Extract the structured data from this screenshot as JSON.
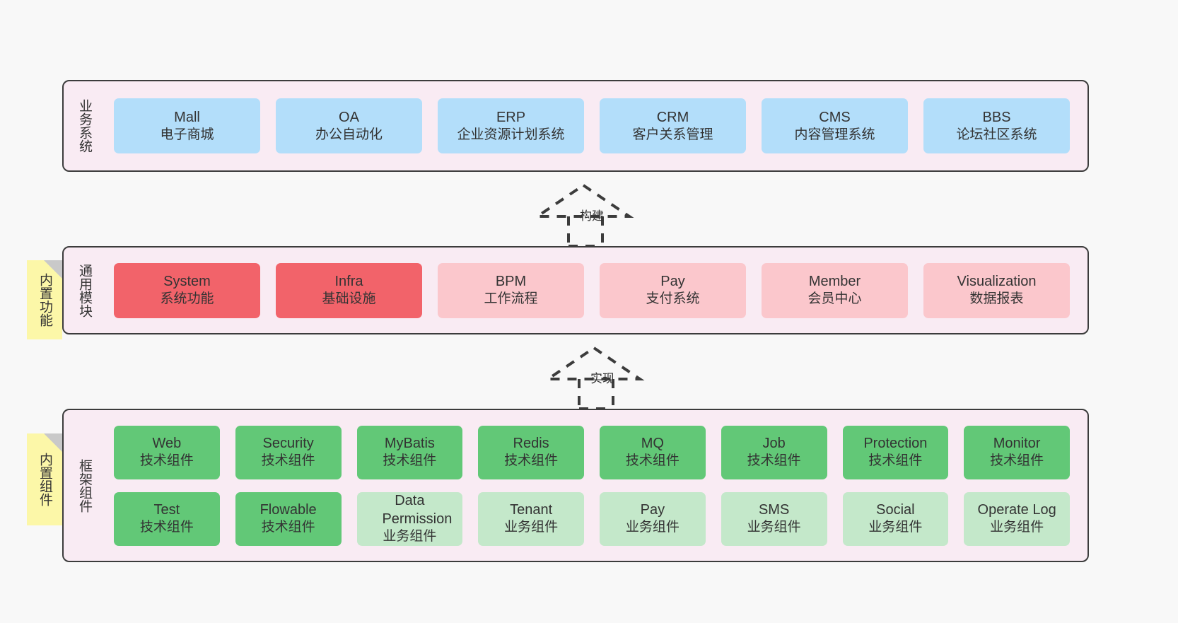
{
  "diagram": {
    "background": "#f8f8f8",
    "panel_bg": "#f9ebf3",
    "panel_border": "#3c3c3c",
    "note_bg": "#fcf7a8"
  },
  "layers": [
    {
      "id": "business-system",
      "title": "业务系统",
      "rows": [
        [
          {
            "en": "Mall",
            "cn": "电子商城",
            "color": "#b3defa",
            "variant": "c-blue"
          },
          {
            "en": "OA",
            "cn": "办公自动化",
            "color": "#b3defa",
            "variant": "c-blue"
          },
          {
            "en": "ERP",
            "cn": "企业资源计划系统",
            "color": "#b3defa",
            "variant": "c-blue"
          },
          {
            "en": "CRM",
            "cn": "客户关系管理",
            "color": "#b3defa",
            "variant": "c-blue"
          },
          {
            "en": "CMS",
            "cn": "内容管理系统",
            "color": "#b3defa",
            "variant": "c-blue"
          },
          {
            "en": "BBS",
            "cn": "论坛社区系统",
            "color": "#b3defa",
            "variant": "c-blue"
          }
        ]
      ]
    },
    {
      "id": "common-module",
      "title": "通用模块",
      "note": "内置功能",
      "rows": [
        [
          {
            "en": "System",
            "cn": "系统功能",
            "color": "#f2636a",
            "variant": "c-red"
          },
          {
            "en": "Infra",
            "cn": "基础设施",
            "color": "#f2636a",
            "variant": "c-red"
          },
          {
            "en": "BPM",
            "cn": "工作流程",
            "color": "#fbc7cc",
            "variant": "c-pink"
          },
          {
            "en": "Pay",
            "cn": "支付系统",
            "color": "#fbc7cc",
            "variant": "c-pink"
          },
          {
            "en": "Member",
            "cn": "会员中心",
            "color": "#fbc7cc",
            "variant": "c-pink"
          },
          {
            "en": "Visualization",
            "cn": "数据报表",
            "color": "#fbc7cc",
            "variant": "c-pink"
          }
        ]
      ]
    },
    {
      "id": "framework-component",
      "title": "框架组件",
      "note": "内置组件",
      "rows": [
        [
          {
            "en": "Web",
            "cn": "技术组件",
            "color": "#62c877",
            "variant": "c-green"
          },
          {
            "en": "Security",
            "cn": "技术组件",
            "color": "#62c877",
            "variant": "c-green"
          },
          {
            "en": "MyBatis",
            "cn": "技术组件",
            "color": "#62c877",
            "variant": "c-green"
          },
          {
            "en": "Redis",
            "cn": "技术组件",
            "color": "#62c877",
            "variant": "c-green"
          },
          {
            "en": "MQ",
            "cn": "技术组件",
            "color": "#62c877",
            "variant": "c-green"
          },
          {
            "en": "Job",
            "cn": "技术组件",
            "color": "#62c877",
            "variant": "c-green"
          },
          {
            "en": "Protection",
            "cn": "技术组件",
            "color": "#62c877",
            "variant": "c-green"
          },
          {
            "en": "Monitor",
            "cn": "技术组件",
            "color": "#62c877",
            "variant": "c-green"
          }
        ],
        [
          {
            "en": "Test",
            "cn": "技术组件",
            "color": "#62c877",
            "variant": "c-green"
          },
          {
            "en": "Flowable",
            "cn": "技术组件",
            "color": "#62c877",
            "variant": "c-green"
          },
          {
            "en": "Data Permission",
            "cn": "业务组件",
            "color": "#c4e8ca",
            "variant": "c-lightgreen"
          },
          {
            "en": "Tenant",
            "cn": "业务组件",
            "color": "#c4e8ca",
            "variant": "c-lightgreen"
          },
          {
            "en": "Pay",
            "cn": "业务组件",
            "color": "#c4e8ca",
            "variant": "c-lightgreen"
          },
          {
            "en": "SMS",
            "cn": "业务组件",
            "color": "#c4e8ca",
            "variant": "c-lightgreen"
          },
          {
            "en": "Social",
            "cn": "业务组件",
            "color": "#c4e8ca",
            "variant": "c-lightgreen"
          },
          {
            "en": "Operate Log",
            "cn": "业务组件",
            "color": "#c4e8ca",
            "variant": "c-lightgreen"
          }
        ]
      ]
    }
  ],
  "connectors": [
    {
      "id": "build",
      "label": "构建"
    },
    {
      "id": "implement",
      "label": "实现"
    }
  ]
}
